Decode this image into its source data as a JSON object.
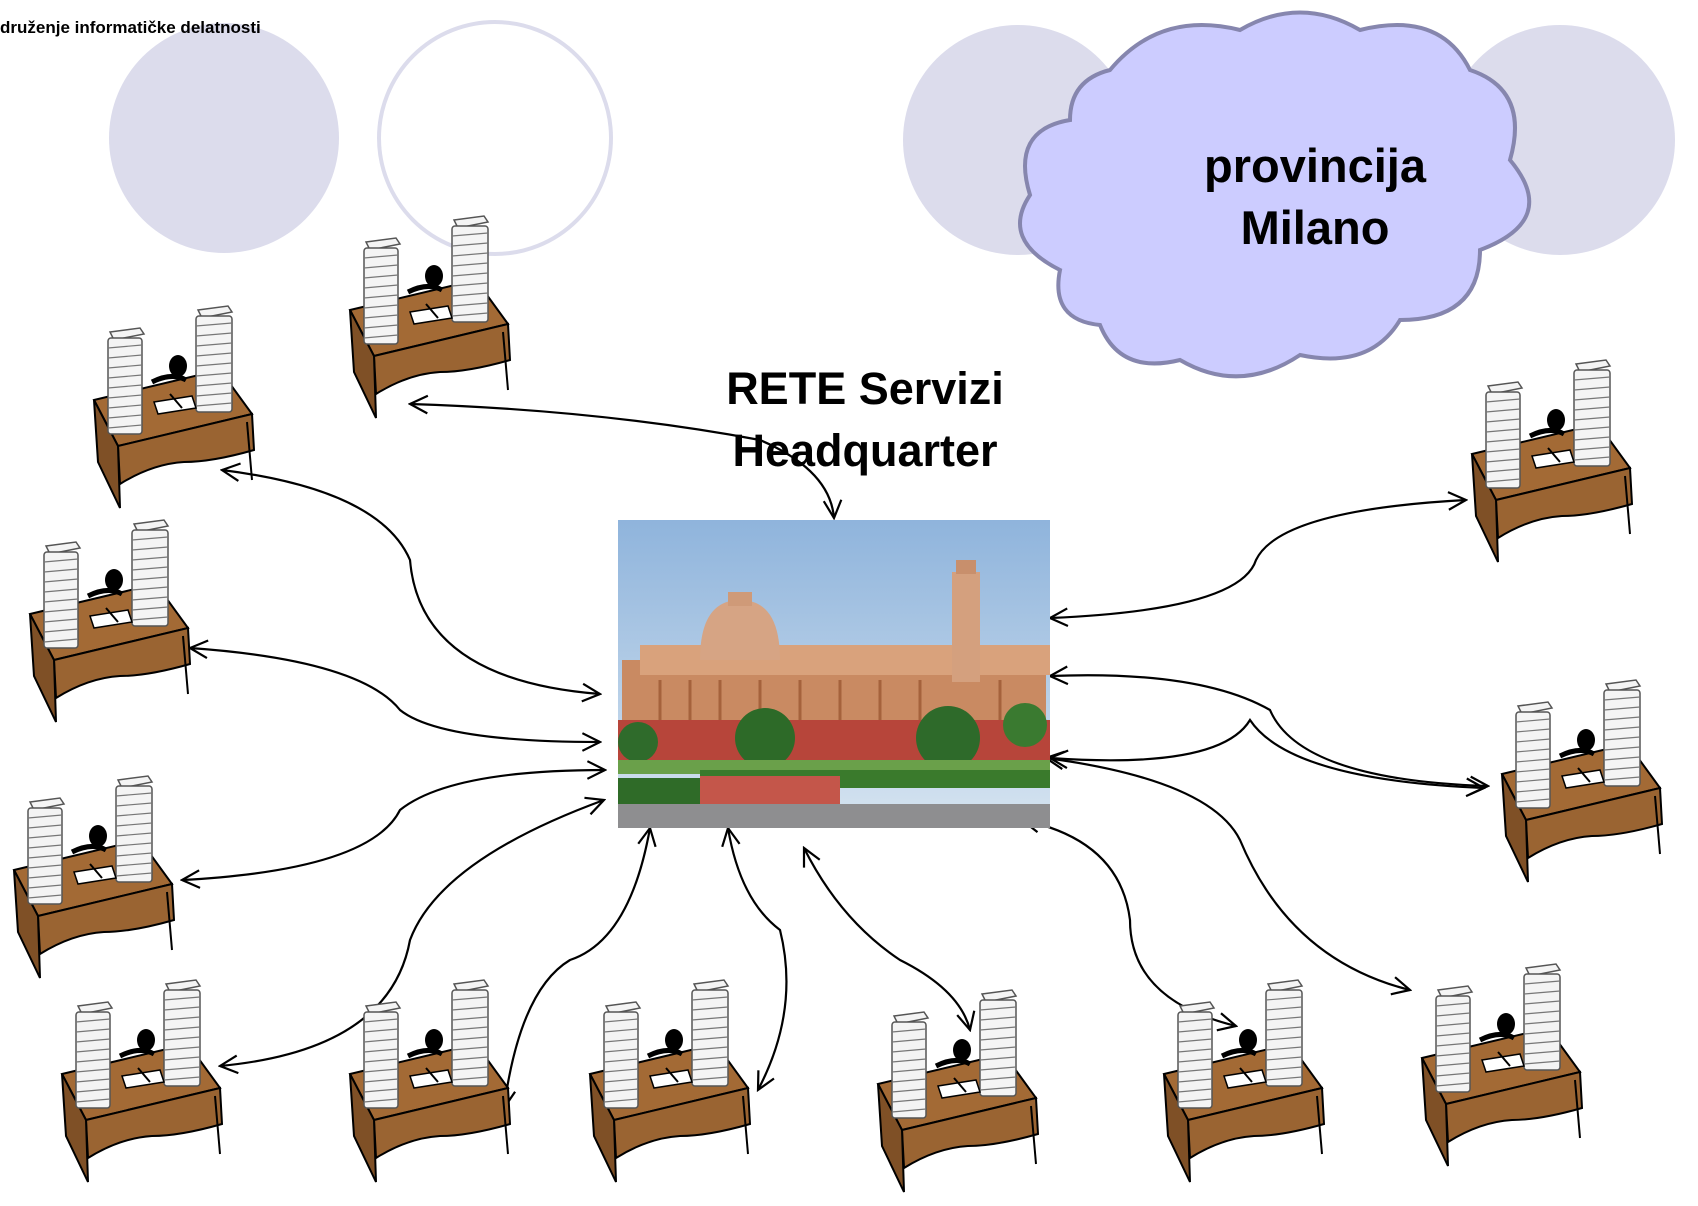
{
  "header": {
    "organization": "druženje informatičke delatnosti"
  },
  "diagram": {
    "title_line1": "RETE Servizi",
    "title_line2": "Headquarter",
    "cloud_line1": "provincija",
    "cloud_line2": "Milano"
  },
  "colors": {
    "decor_circle": "#dcdcec",
    "cloud_fill": "#ccccff",
    "cloud_stroke": "#8686ae",
    "desk": "#9a6432",
    "arrow": "#000000"
  },
  "icons": {
    "office": "office-desk-icon",
    "headquarter": "government-building-image"
  }
}
